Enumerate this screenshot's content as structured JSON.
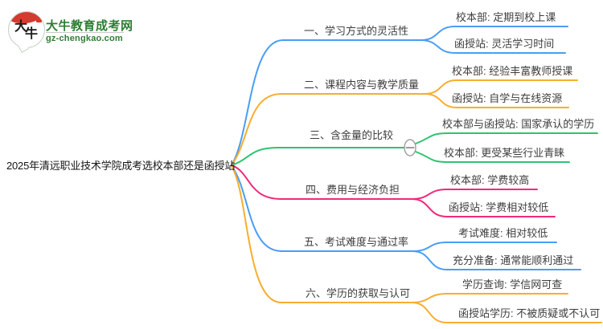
{
  "logo": {
    "title": "大牛教育成考网",
    "subtitle": "gz-chengkao.com",
    "icon_char_1": "大",
    "icon_char_2": "牛",
    "brand_green": "#2e7d32",
    "brand_red": "#d43a2f"
  },
  "central_topic": "2025年清远职业技术学院成考选校本部还是函授站",
  "colors": {
    "branch_blue": "#4a9df3",
    "branch_orange": "#f8ad2f",
    "branch_green": "#2fc370",
    "branch_pink": "#f1297d",
    "collapse_gray": "#9e9e9e",
    "node_text": "#3d3d3d"
  },
  "collapse_button": {
    "state": "expanded",
    "glyph": "minus"
  },
  "branches": [
    {
      "label": "一、学习方式的灵活性",
      "color": "#4a9df3",
      "children": [
        "校本部: 定期到校上课",
        "函授站: 灵活学习时间"
      ]
    },
    {
      "label": "二、课程内容与教学质量",
      "color": "#f8ad2f",
      "children": [
        "校本部: 经验丰富教师授课",
        "函授站: 自学与在线资源"
      ]
    },
    {
      "label": "三、含金量的比较",
      "color": "#2fc370",
      "children": [
        "校本部与函授站: 国家承认的学历",
        "校本部: 更受某些行业青睐"
      ]
    },
    {
      "label": "四、费用与经济负担",
      "color": "#f1297d",
      "children": [
        "校本部: 学费较高",
        "函授站: 学费相对较低"
      ]
    },
    {
      "label": "五、考试难度与通过率",
      "color": "#4a9df3",
      "children": [
        "考试难度: 相对较低",
        "充分准备: 通常能顺利通过"
      ]
    },
    {
      "label": "六、学历的获取与认可",
      "color": "#f8ad2f",
      "children": [
        "学历查询: 学信网可查",
        "函授站学历: 不被质疑或不认可"
      ]
    }
  ]
}
